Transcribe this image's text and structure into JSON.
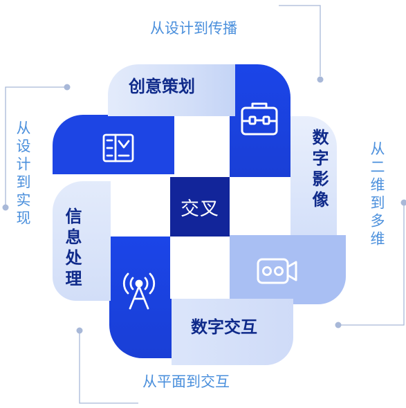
{
  "center": {
    "label": "交叉"
  },
  "tiles": {
    "top": {
      "label": "创意策划",
      "icon": "toolbox-icon"
    },
    "right": {
      "label": "数字影像",
      "icon": "video-camera-icon"
    },
    "bottom": {
      "label": "数字交互",
      "icon": "broadcast-tower-icon"
    },
    "left": {
      "label": "信息处理",
      "icon": "circuit-board-icon"
    }
  },
  "outer_labels": {
    "top": "从设计到传播",
    "right": "从二维到多维",
    "bottom": "从平面到交互",
    "left": "从设计到实现"
  },
  "colors": {
    "primary_blue": "#1e48e6",
    "light_blue": "#d6e1fa",
    "mid_blue": "#a8bff2",
    "center_navy": "#12259a",
    "accent_text": "#4a8fdc",
    "connector": "#a8b8d8"
  }
}
